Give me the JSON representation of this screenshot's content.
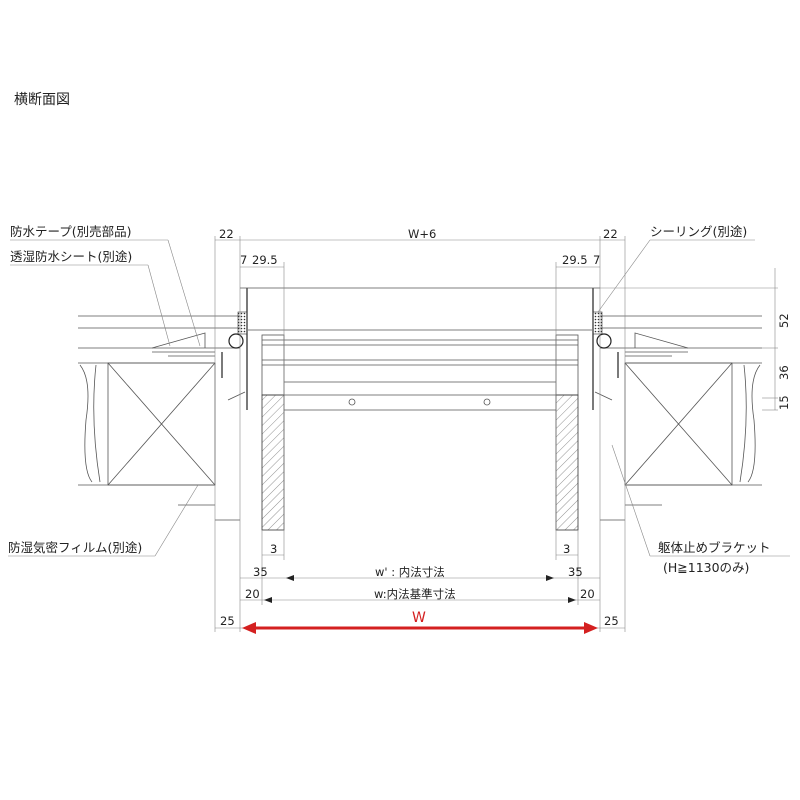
{
  "title": "横断面図",
  "labels": {
    "waterproof_tape": "防水テープ(別売部品)",
    "breathable_sheet": "透湿防水シート(別途)",
    "sealing": "シーリング(別途)",
    "vapor_film": "防湿気密フィルム(別途)",
    "bracket": "躯体止めブラケット",
    "bracket_note": "(H≧1130のみ)"
  },
  "dimensions": {
    "top_left_22": "22",
    "top_right_22": "22",
    "top_center": "W+6",
    "left_7": "7",
    "left_29_5": "29.5",
    "right_29_5": "29.5",
    "right_7": "7",
    "right_52": "52",
    "right_36": "36",
    "right_15": "15",
    "left_3": "3",
    "right_3": "3",
    "left_35": "35",
    "right_35": "35",
    "inner_w_prime": "w' : 内法寸法",
    "left_20": "20",
    "right_20": "20",
    "inner_w": "w:内法基準寸法",
    "left_25": "25",
    "right_25": "25",
    "overall_W": "W"
  },
  "colors": {
    "accent": "#d42020"
  }
}
